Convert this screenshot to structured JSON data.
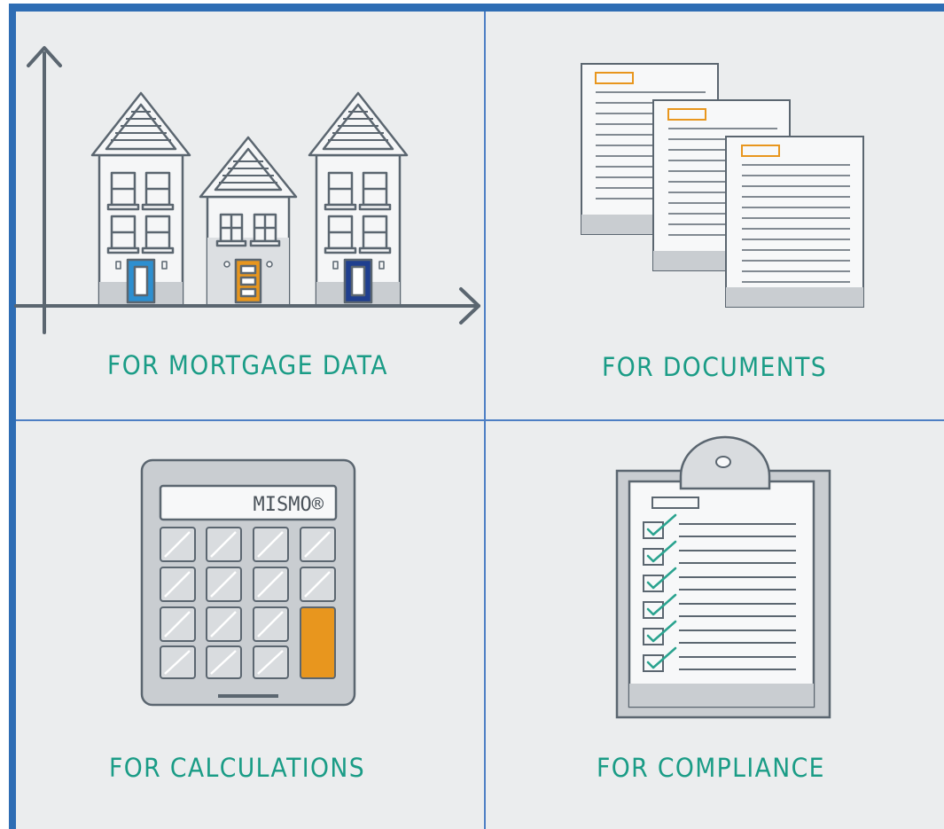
{
  "panels": {
    "mortgage": {
      "label": "FOR MORTGAGE DATA"
    },
    "documents": {
      "label": "FOR DOCUMENTS"
    },
    "calculations": {
      "label": "FOR CALCULATIONS",
      "calculator_display": "MISMO®"
    },
    "compliance": {
      "label": "FOR COMPLIANCE"
    }
  },
  "colors": {
    "border": "#2e6db4",
    "background": "#ebedee",
    "label_text": "#1a9c86",
    "outline": "#5b6670",
    "accent_orange": "#e8961e",
    "door_blue_light": "#2d8fd0",
    "door_blue_dark": "#1f3f8f",
    "check_green": "#2aa38f"
  },
  "icons": [
    "houses-chart-icon",
    "documents-icon",
    "calculator-icon",
    "clipboard-checklist-icon"
  ]
}
